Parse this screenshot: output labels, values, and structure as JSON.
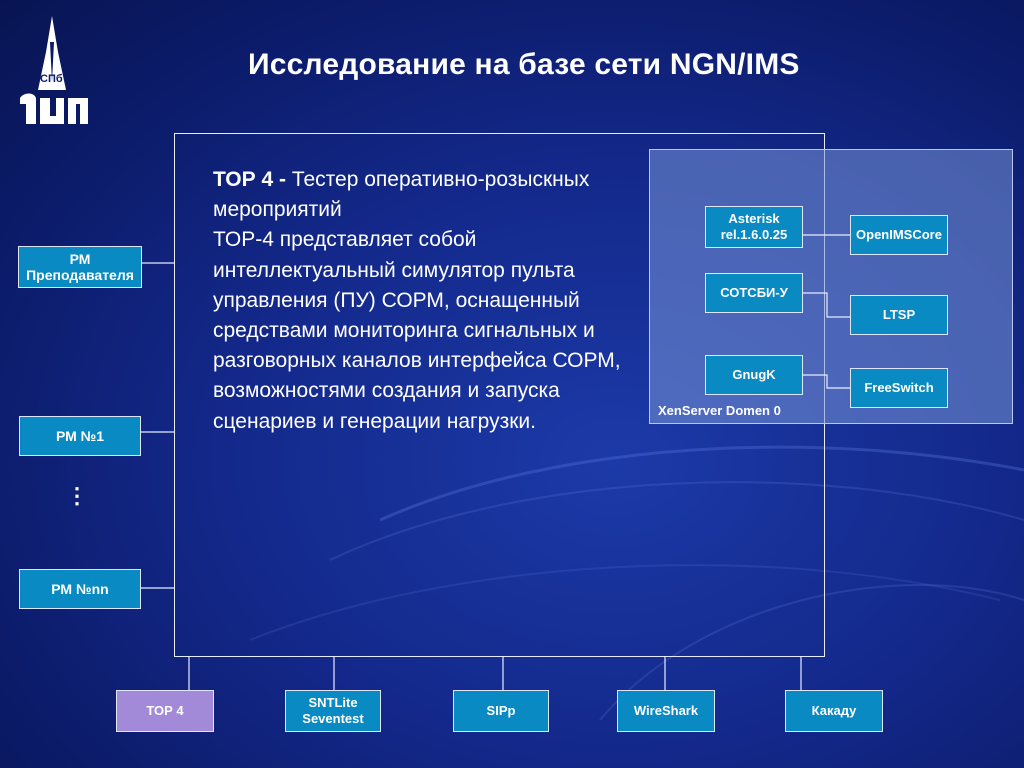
{
  "title": "Исследование на базе сети NGN/IMS",
  "logo": {
    "icon": "spbgut-spire-logo",
    "text_top": "СПб",
    "text_bottom": "ГУТ"
  },
  "description": {
    "lead": "ТОР 4 -",
    "lead_rest": " Тестер оперативно-розыскных мероприятий",
    "body": "ТОР-4 представляет собой интеллектуальный симулятор пульта управления (ПУ) СОРМ, оснащенный средствами мониторинга сигнальных и разговорных каналов интерфейса СОРМ, возможностями создания и запуска сценариев и генерации нагрузки."
  },
  "workstations": {
    "rm_teacher": "РМ Преподавателя",
    "rm_1": "РМ №1",
    "dots": "⋮",
    "rm_nn": "РМ №nn"
  },
  "xenserver": {
    "label": "XenServer Domen 0",
    "left_column": [
      "Asterisk rel.1.6.0.25",
      "СОТСБИ-У",
      "GnugK"
    ],
    "right_column": [
      "OpenIMSCore",
      "LTSP",
      "FreeSwitch"
    ]
  },
  "tools": [
    "ТОР 4",
    "SNTLite Seventest",
    "SIPp",
    "WireShark",
    "Какаду"
  ],
  "colors": {
    "box_fill": "#0a8ac2",
    "box_border": "#dfe6ff",
    "top4_fill": "#a38ad8",
    "background": "#13288a"
  }
}
